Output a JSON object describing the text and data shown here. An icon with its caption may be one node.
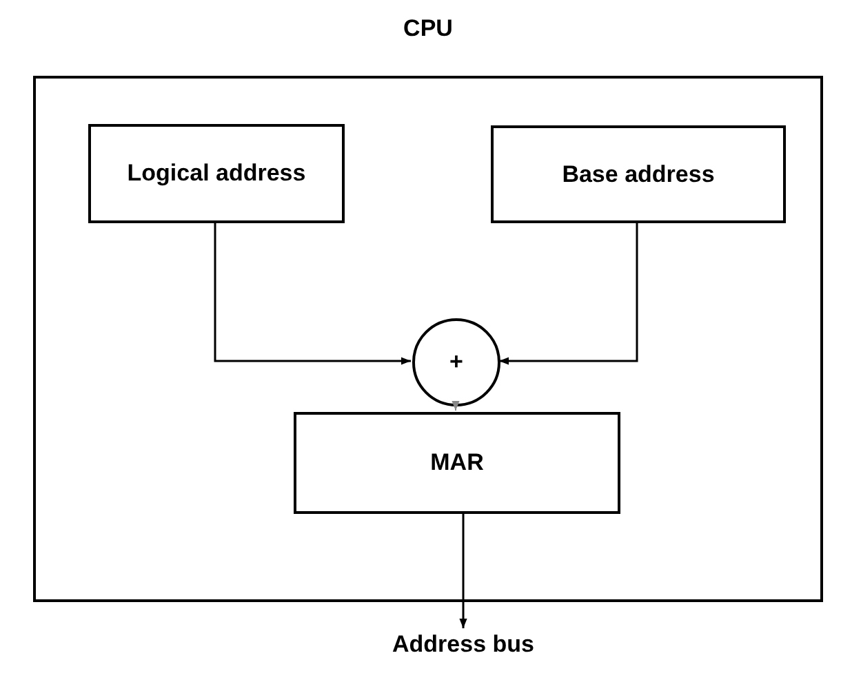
{
  "diagram": {
    "nodes": [
      {
        "text": [
          "CPU"
        ]
      },
      {
        "text": [
          "Logical address"
        ],
        "in": 0
      },
      {
        "text": [
          "Base address"
        ],
        "in": 0
      },
      {
        "text": [
          "+"
        ],
        "in": 0
      },
      {
        "text": [
          "MAR"
        ],
        "in": 0
      },
      {
        "text": [
          "Address bus"
        ]
      }
    ],
    "edges": [
      {
        "from": 1,
        "to": 3,
        "arrow": "to"
      },
      {
        "from": 2,
        "to": 3,
        "arrow": "to"
      },
      {
        "from": 3,
        "to": 4,
        "arrow": "to",
        "color": "#888888"
      },
      {
        "from": 4,
        "to": 5,
        "arrow": "to"
      }
    ]
  }
}
